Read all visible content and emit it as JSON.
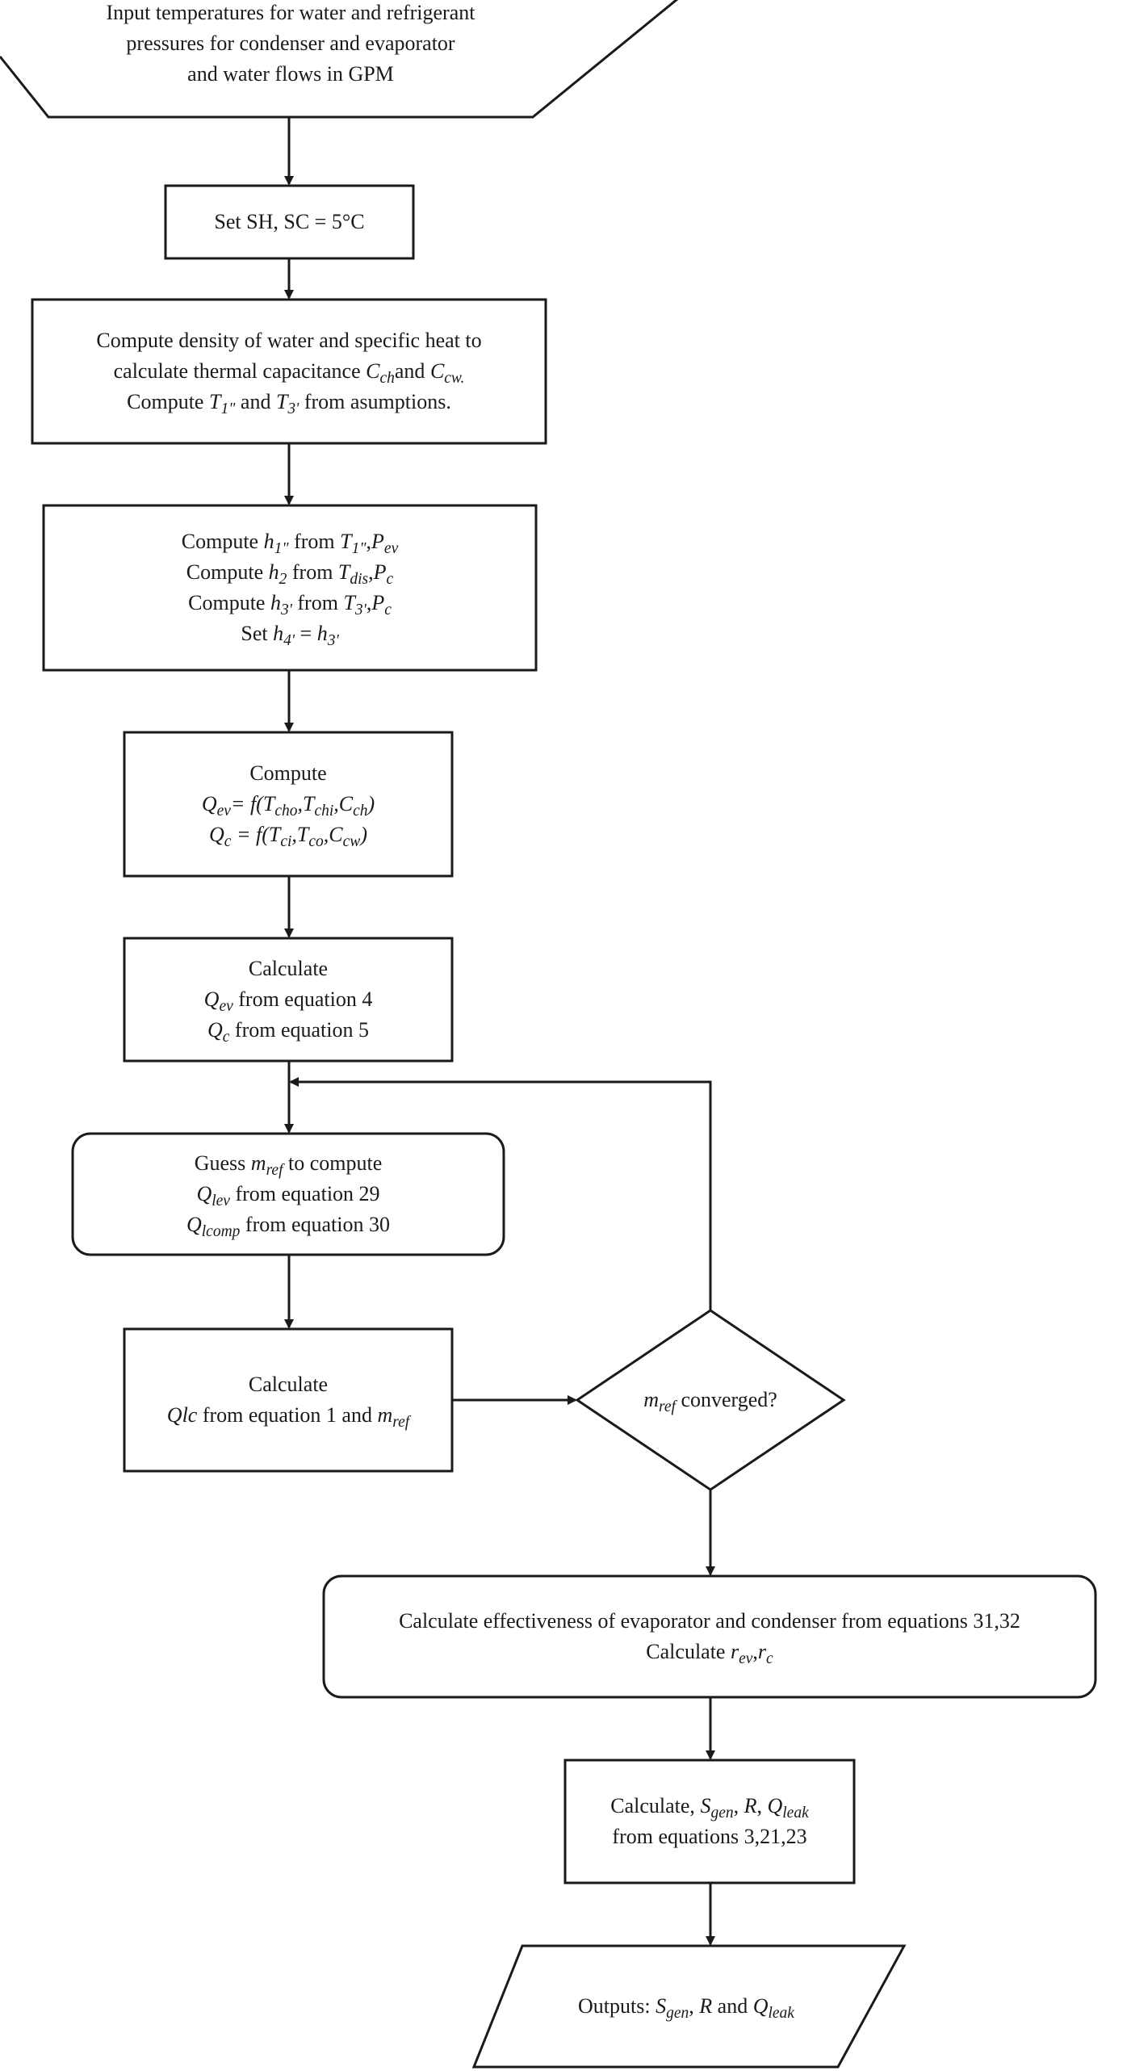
{
  "flowchart": {
    "input": {
      "lines": [
        "Input temperatures for water and refrigerant",
        "pressures for condenser and evaporator",
        "and water flows in GPM"
      ]
    },
    "set_sh_sc": "Set SH, SC = 5°C",
    "density_step": {
      "line1": "Compute density of water and specific heat to",
      "line2_a": "calculate thermal capacitance ",
      "c": "C",
      "ch": "ch",
      "and": "and ",
      "cw": "cw.",
      "line3_a": "Compute ",
      "t": "T",
      "t1": "1\"",
      "line3_mid": " and ",
      "t3": "3'",
      "line3_end": " from asumptions."
    },
    "enthalpy_step": {
      "compute": "Compute ",
      "from": " from ",
      "h": "h",
      "T": "T",
      "P": "P",
      "sub_1": "1\"",
      "sub_2": "2",
      "sub_3": "3'",
      "sub_4": "4'",
      "sub_ev": "ev",
      "sub_c": "c",
      "sub_dis": "dis",
      "comma": ",",
      "set": "Set ",
      "equals": " = "
    },
    "q_compute": {
      "title": "Compute",
      "Q": "Q",
      "ev": "ev",
      "c": "c",
      "eq_f": "= f(",
      "eq_f2": " = f(",
      "T": "T",
      "C": "C",
      "cho": "cho",
      "chi": "chi",
      "ch": "ch",
      "ci": "ci",
      "co": "co",
      "cw": "cw",
      "comma": ",",
      "close": ")"
    },
    "calc_q": {
      "title": "Calculate",
      "Q": "Q",
      "ev": "ev",
      "c": "c",
      "ev_eq": " from equation 4",
      "c_eq": " from equation 5"
    },
    "guess": {
      "guess": "Guess ",
      "m": "m",
      "ref": "ref",
      "to_compute": " to compute",
      "Q": "Q",
      "lev": "lev",
      "lcomp": "lcomp",
      "lev_eq": " from equation 29",
      "lcomp_eq": " from equation 30"
    },
    "calc_qlc": {
      "title": "Calculate",
      "qlc": "Qlc",
      "text": " from equation 1 and ",
      "m": "m",
      "ref": "ref"
    },
    "decision": {
      "m": "m",
      "ref": "ref",
      "text": " converged?"
    },
    "effectiveness": {
      "line1": "Calculate effectiveness of evaporator and condenser from equations 31,32",
      "line2": "Calculate ",
      "r": "r",
      "ev": "ev",
      "c": "c",
      "comma": ","
    },
    "calc_sgen": {
      "line1": "Calculate, ",
      "S": "S",
      "gen": "gen",
      "comma": ", ",
      "R": "R",
      "Q": "Q",
      "leak": "leak",
      "line2": "from equations 3,21,23"
    },
    "outputs": {
      "label": "Outputs: ",
      "S": "S",
      "gen": "gen",
      "comma": ", ",
      "R": "R",
      "and": " and ",
      "Q": "Q",
      "leak": "leak"
    }
  }
}
